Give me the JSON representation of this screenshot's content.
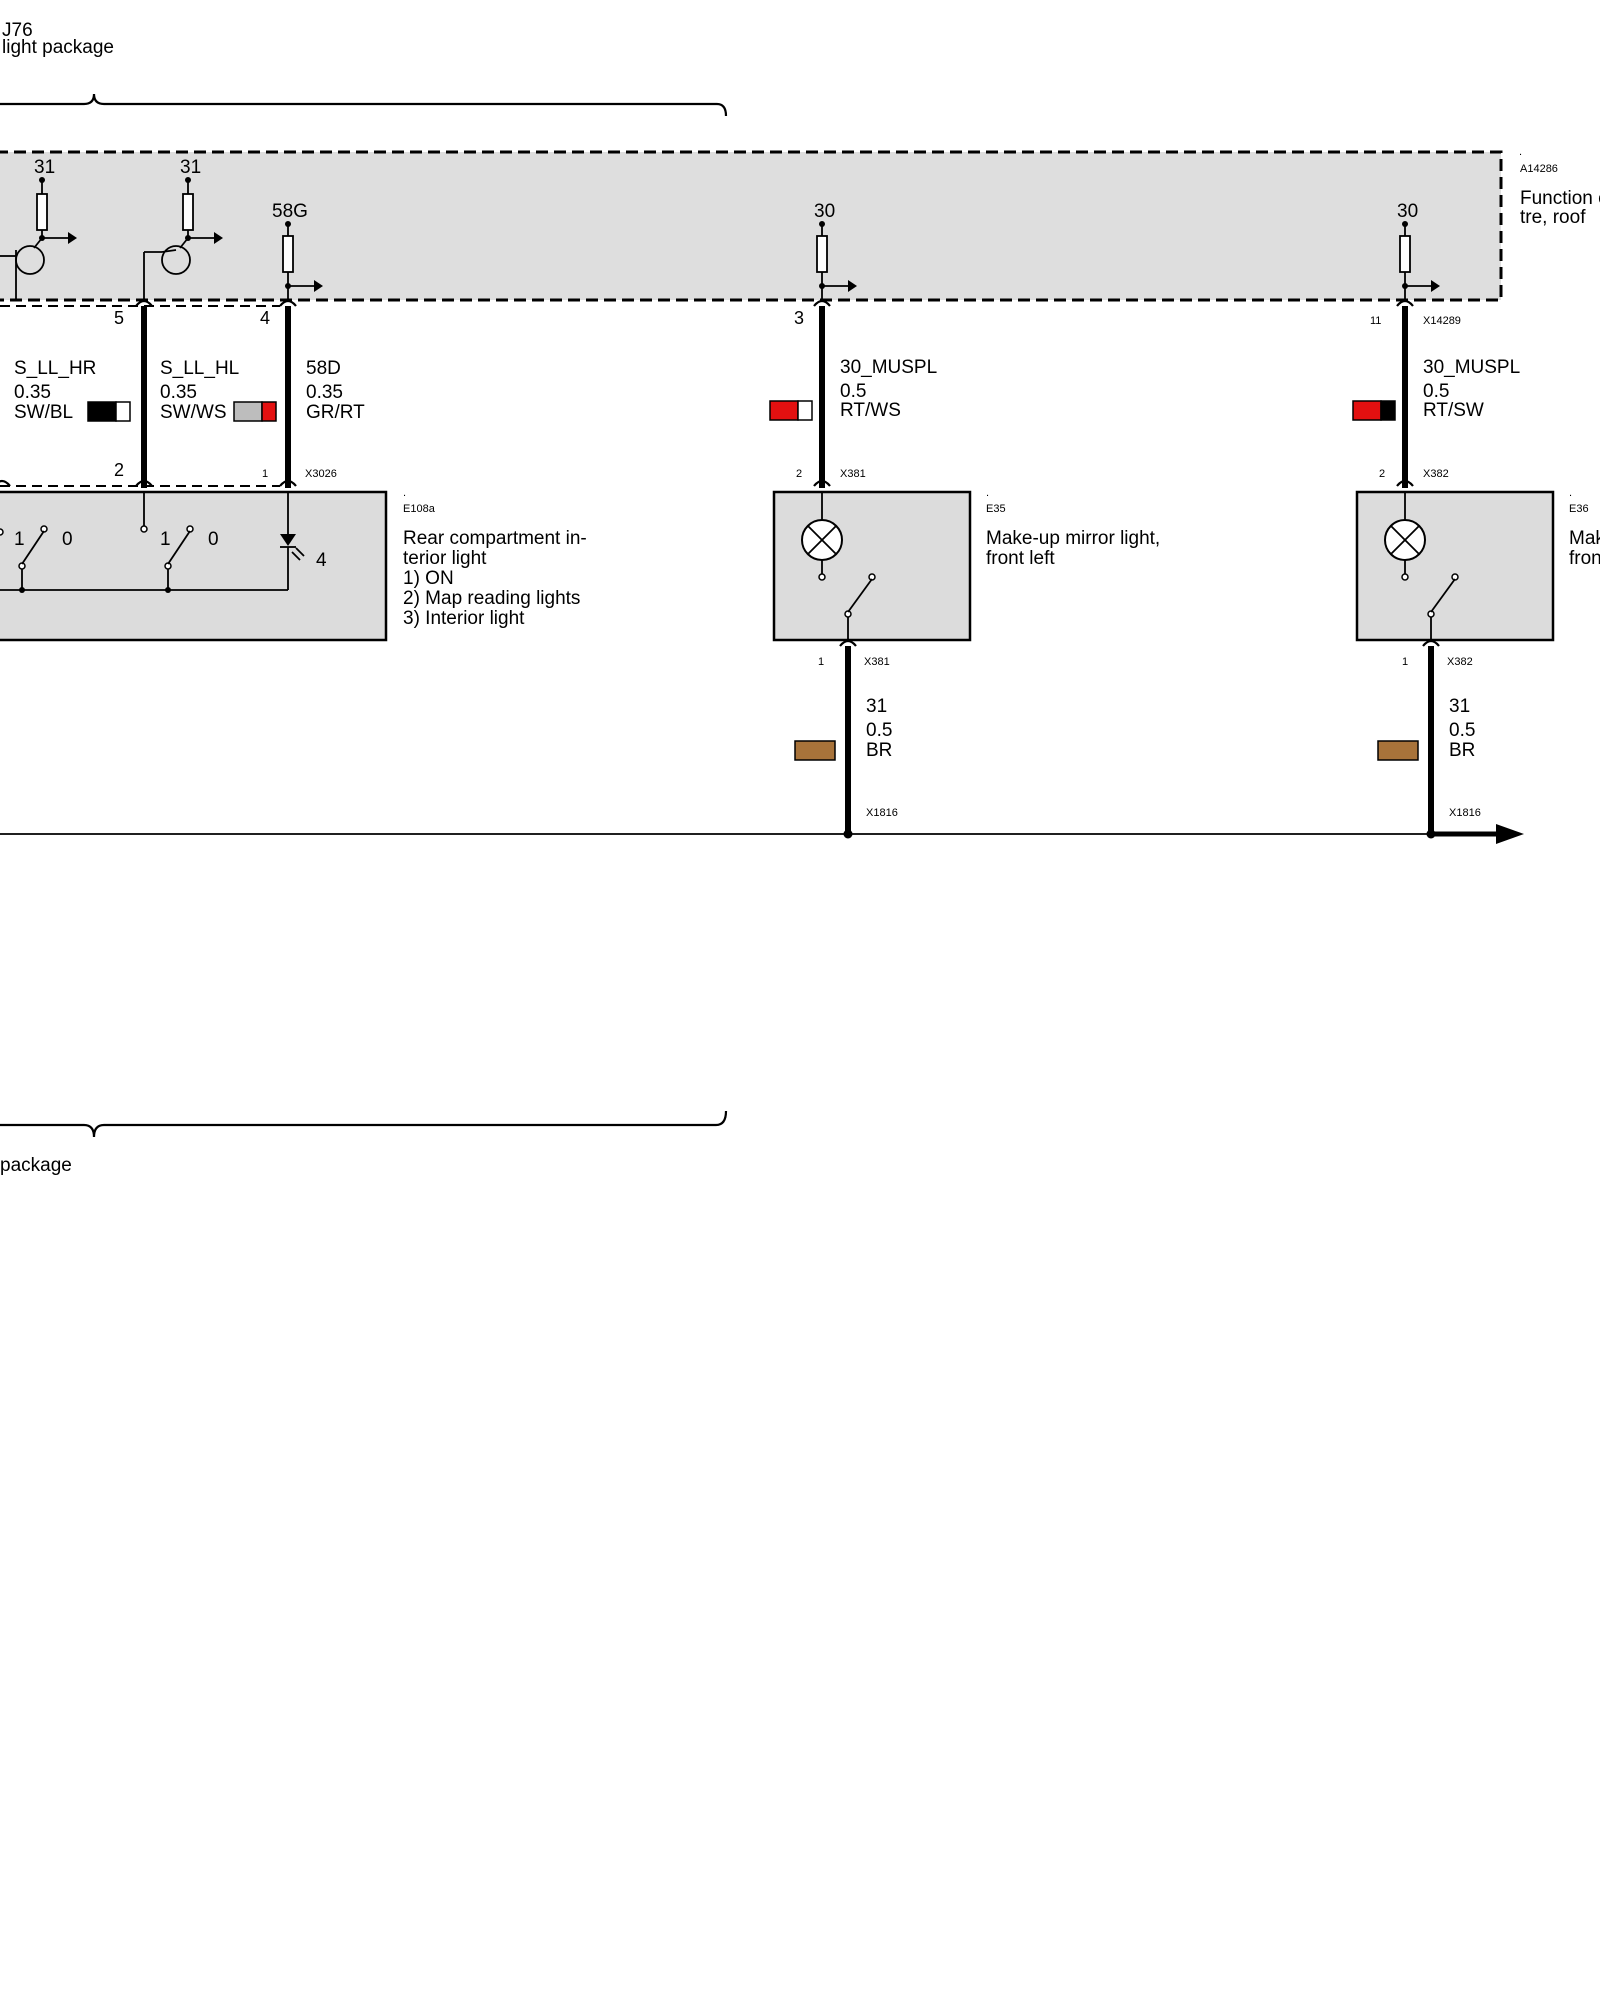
{
  "header": {
    "option_code": "J76",
    "option_title": "light package"
  },
  "footer": {
    "option_title_fragment": "package"
  },
  "control_unit": {
    "id": "A14286",
    "name": "Function centre, roof",
    "name_line1": "Function c",
    "name_line2": "tre, roof",
    "dot": ".",
    "internal_labels": [
      "31",
      "31",
      "58G",
      "30",
      "30"
    ]
  },
  "wires": [
    {
      "id": "w1",
      "pin_top": "5",
      "pin_bottom": "2",
      "signal": "S_LL_HR",
      "cross_section": "0.35",
      "color_code": "SW/BL",
      "color_swatch": [
        "#000000",
        "#ffffff"
      ]
    },
    {
      "id": "w2",
      "pin_top": "",
      "pin_bottom": "",
      "signal": "S_LL_HL",
      "cross_section": "0.35",
      "color_code": "SW/WS",
      "color_swatch": [
        "#bdbdbd",
        "#e31010"
      ]
    },
    {
      "id": "w3",
      "pin_top": "4",
      "pin_bottom": "1",
      "connector_bottom": "X3026",
      "signal": "58D",
      "cross_section": "0.35",
      "color_code": "GR/RT"
    },
    {
      "id": "w4",
      "pin_top": "3",
      "pin_bottom": "2",
      "connector_bottom": "X381",
      "signal": "30_MUSPL",
      "cross_section": "0.5",
      "color_code": "RT/WS",
      "color_swatch": [
        "#e31010",
        "#ffffff"
      ]
    },
    {
      "id": "w5",
      "pin_top": "11",
      "connector_top": "X14289",
      "pin_bottom": "2",
      "connector_bottom": "X382",
      "signal": "30_MUSPL",
      "cross_section": "0.5",
      "color_code": "RT/SW",
      "color_swatch": [
        "#e31010",
        "#000000"
      ]
    },
    {
      "id": "w6",
      "pin_top": "1",
      "connector_top": "X381",
      "signal": "31",
      "cross_section": "0.5",
      "color_code": "BR",
      "connector_bottom": "X1816",
      "color_swatch": [
        "#a8733a"
      ]
    },
    {
      "id": "w7",
      "pin_top": "1",
      "connector_top": "X382",
      "signal": "31",
      "cross_section": "0.5",
      "color_code": "BR",
      "connector_bottom": "X1816",
      "color_swatch": [
        "#a8733a"
      ]
    }
  ],
  "components": [
    {
      "id": "E108a",
      "dot": ".",
      "desc_lines": [
        "Rear compartment in-",
        "terior light",
        "1) ON",
        "2) Map reading lights",
        "3) Interior light"
      ],
      "switch_labels": [
        "1",
        "0",
        "1",
        "0"
      ],
      "led_pin": "4"
    },
    {
      "id": "E35",
      "dot": ".",
      "desc_lines": [
        "Make-up mirror light,",
        "front left"
      ]
    },
    {
      "id": "E36",
      "dot": ".",
      "desc_lines": [
        "Mak",
        "fron"
      ]
    }
  ]
}
